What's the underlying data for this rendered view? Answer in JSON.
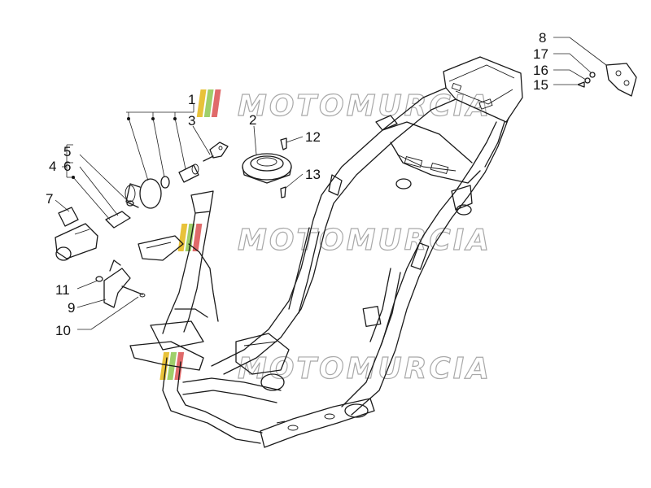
{
  "watermark": {
    "text": "MOTOMURCIA",
    "colors": [
      "#e8c23a",
      "#9fcf6a",
      "#e06a6a"
    ]
  },
  "callouts": [
    {
      "id": "1",
      "label": "1"
    },
    {
      "id": "2",
      "label": "2"
    },
    {
      "id": "3",
      "label": "3"
    },
    {
      "id": "4",
      "label": "4"
    },
    {
      "id": "5",
      "label": "5"
    },
    {
      "id": "6",
      "label": "6"
    },
    {
      "id": "7",
      "label": "7"
    },
    {
      "id": "8",
      "label": "8"
    },
    {
      "id": "9",
      "label": "9"
    },
    {
      "id": "10",
      "label": "10"
    },
    {
      "id": "11",
      "label": "11"
    },
    {
      "id": "12",
      "label": "12"
    },
    {
      "id": "13",
      "label": "13"
    },
    {
      "id": "15",
      "label": "15"
    },
    {
      "id": "16",
      "label": "16"
    },
    {
      "id": "17",
      "label": "17"
    }
  ]
}
